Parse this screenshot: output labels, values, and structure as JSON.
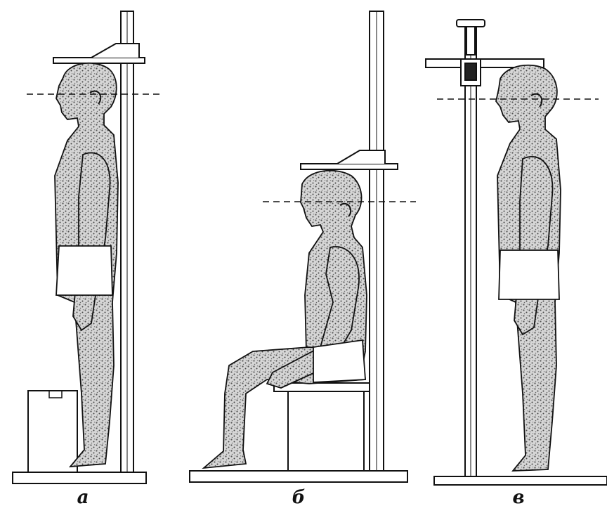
{
  "figure": {
    "panels": [
      {
        "id": "a",
        "caption": "а",
        "pose": "standing"
      },
      {
        "id": "b",
        "caption": "б",
        "pose": "sitting"
      },
      {
        "id": "c",
        "caption": "в",
        "pose": "standing"
      }
    ],
    "colors": {
      "ink": "#111111",
      "figure_fill": "#c8c8c8",
      "paper": "#ffffff"
    }
  }
}
